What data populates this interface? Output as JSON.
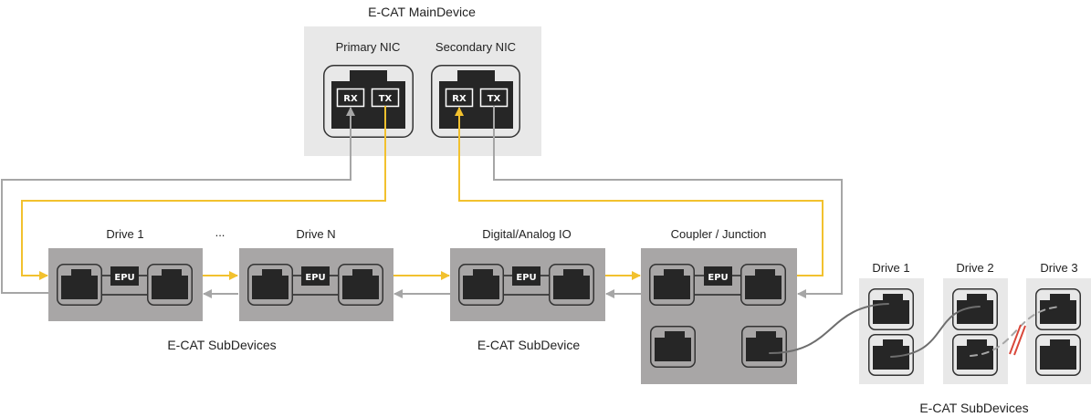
{
  "colors": {
    "forward_path": "#f2c12e",
    "return_path": "#a6a6a6",
    "cable": "#6e6e6e",
    "break_mark": "#d9473a",
    "device_box": "#a8a6a6",
    "main_box": "#e8e8e8",
    "port_dark": "#262626"
  },
  "main_device": {
    "title": "E-CAT MainDevice",
    "nics": [
      {
        "label": "Primary NIC",
        "rx": "RX",
        "tx": "TX"
      },
      {
        "label": "Secondary NIC",
        "rx": "RX",
        "tx": "TX"
      }
    ]
  },
  "ring": {
    "devices": [
      {
        "label": "Drive 1",
        "chip": "EPU"
      },
      {
        "label": "Drive N",
        "chip": "EPU"
      },
      {
        "label": "Digital/Analog IO",
        "chip": "EPU"
      },
      {
        "label": "Coupler / Junction",
        "chip": "EPU"
      }
    ],
    "ellipsis": "...",
    "group_labels": {
      "drives": "E-CAT SubDevices",
      "io": "E-CAT SubDevice"
    }
  },
  "branch": {
    "devices": [
      {
        "label": "Drive 1"
      },
      {
        "label": "Drive 2"
      },
      {
        "label": "Drive 3"
      }
    ],
    "group_label": "E-CAT SubDevices",
    "broken_link": "Drive 2 to Drive 3"
  }
}
